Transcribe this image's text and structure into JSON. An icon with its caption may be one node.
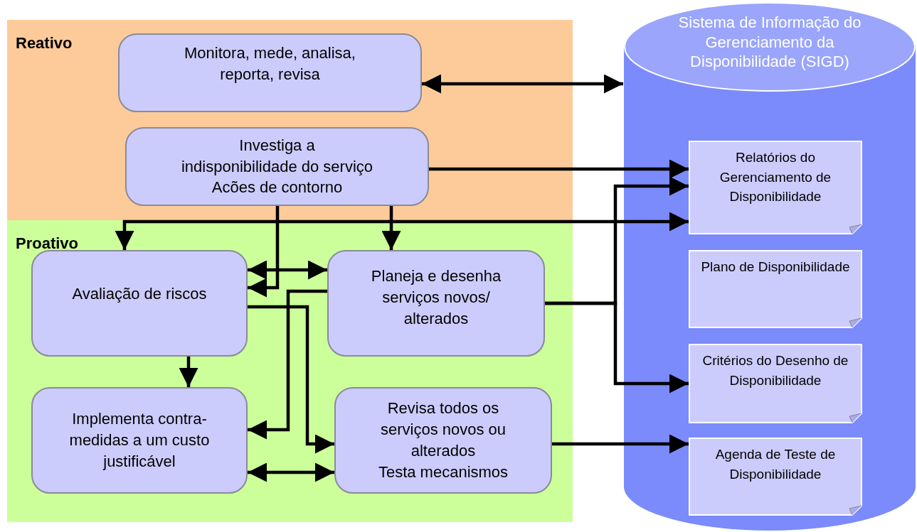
{
  "diagram": {
    "nodes": [
      {
        "text": [
          "Reativo"
        ]
      },
      {
        "text": [
          "Monitora, mede, analisa, reporta, revisa"
        ],
        "in": 0
      },
      {
        "text": [
          "Investiga a indisponibilidade do serviço",
          "Acões de contorno"
        ],
        "in": 0
      },
      {
        "text": [
          "Proativo"
        ]
      },
      {
        "text": [
          "Avaliação de riscos"
        ],
        "in": 3
      },
      {
        "text": [
          "Planeja e desenha serviços novos/ alterados"
        ],
        "in": 3
      },
      {
        "text": [
          "Implementa contra-medidas a um custo justificável"
        ],
        "in": 3
      },
      {
        "text": [
          "Revisa todos os serviços novos ou alterados",
          "Testa mecanismos"
        ],
        "in": 3
      },
      {
        "text": [
          "Sistema de Informação do Gerenciamento da Disponibilidade (SIGD)"
        ]
      },
      {
        "text": [
          "Relatórios do Gerenciamento de Disponibilidade"
        ],
        "in": 8
      },
      {
        "text": [
          "Plano de Disponibilidade"
        ],
        "in": 8
      },
      {
        "text": [
          "Critérios do Desenho de Disponibilidade"
        ],
        "in": 8
      },
      {
        "text": [
          "Agenda de Teste de Disponibilidade"
        ],
        "in": 8
      }
    ],
    "edges": [
      {
        "from": 1,
        "to": 8,
        "arrow": "both"
      },
      {
        "from": 2,
        "to": 9,
        "arrow": "to"
      },
      {
        "from": 2,
        "to": 4,
        "arrow": "to"
      },
      {
        "from": 2,
        "to": 5,
        "arrow": "to"
      },
      {
        "from": 4,
        "to": 9,
        "arrow": "both"
      },
      {
        "from": 4,
        "to": 5,
        "arrow": "both"
      },
      {
        "from": 5,
        "to": 6,
        "arrow": "to"
      },
      {
        "from": 4,
        "to": 7,
        "arrow": "to"
      },
      {
        "from": 4,
        "to": 6,
        "arrow": "to"
      },
      {
        "from": 6,
        "to": 7,
        "arrow": "both"
      },
      {
        "from": 5,
        "to": 9,
        "arrow": "to"
      },
      {
        "from": 5,
        "to": 11,
        "arrow": "to"
      },
      {
        "from": 7,
        "to": 12,
        "arrow": "to"
      }
    ]
  }
}
